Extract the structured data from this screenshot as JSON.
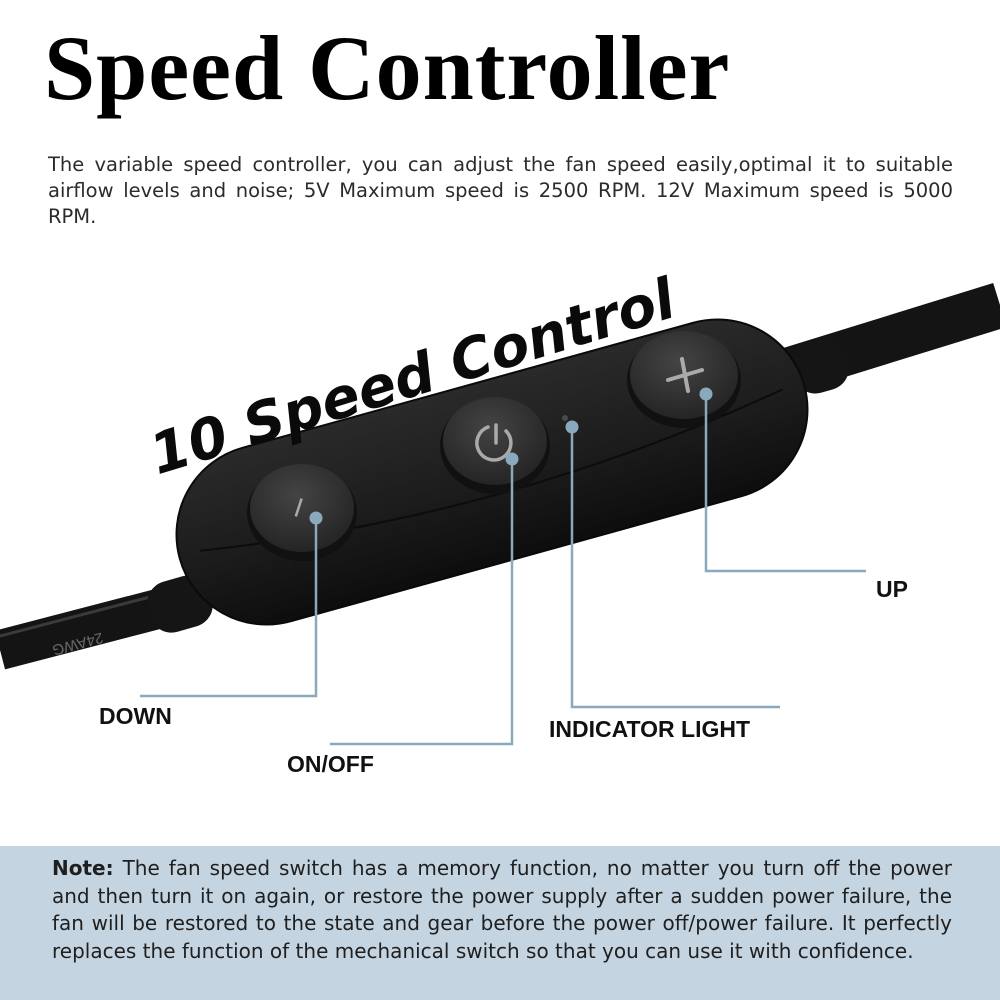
{
  "header": {
    "title": "Speed Controller",
    "description": "The variable speed controller, you can adjust the fan speed easily,optimal it to suitable airflow levels and noise; 5V Maximum speed is 2500 RPM.  12V Maximum speed is 5000 RPM."
  },
  "product": {
    "headline": "10 Speed Control",
    "cable_print": "24AWG",
    "buttons": [
      {
        "symbol": "−",
        "name": "down"
      },
      {
        "symbol": "⏻",
        "name": "on-off"
      },
      {
        "symbol": "+",
        "name": "up"
      }
    ],
    "colors": {
      "body": "#1c1c1c",
      "button": "#2c2c2c",
      "leader_line": "#8aa9bd"
    }
  },
  "callouts": {
    "up": "UP",
    "down": "DOWN",
    "indicator_light": "INDICATOR LIGHT",
    "on_off": "ON/OFF"
  },
  "note": {
    "label": "Note:",
    "text": " The fan speed switch has a memory function, no matter you turn off the power and then turn it on again, or restore the power supply after a sudden power failure, the fan will be restored to the state and gear before the power off/power failure. It perfectly replaces the function of the mechanical switch so that you can use it with confidence."
  }
}
